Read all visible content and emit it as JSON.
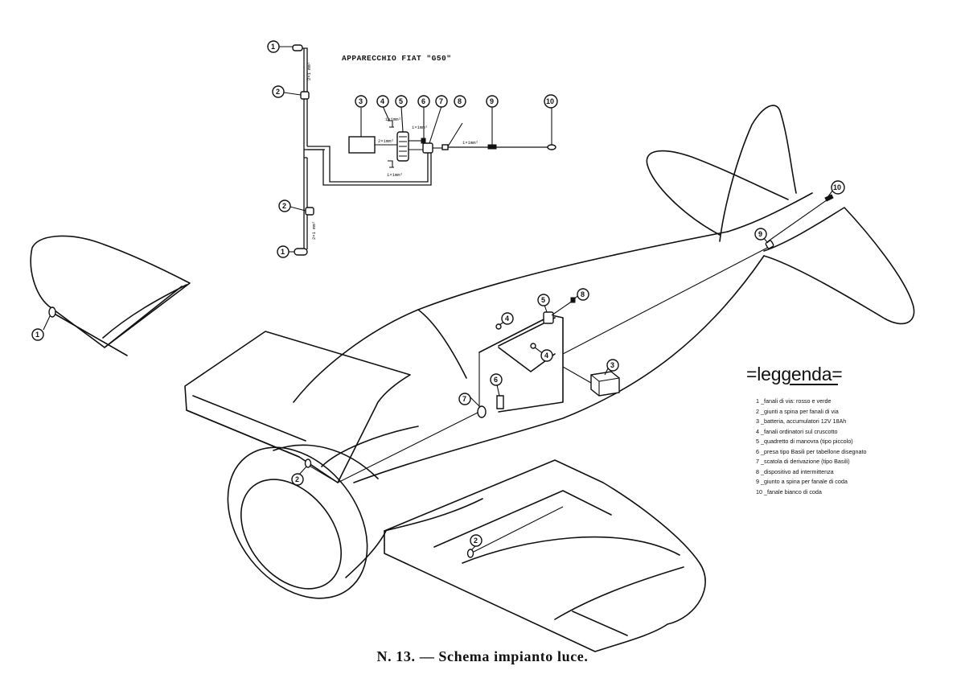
{
  "schema": {
    "title": "APPARECCHIO FIAT \"G50\""
  },
  "legend": {
    "title": "=leggenda=",
    "items": [
      "1 _fanali di via: rosso e verde",
      "2 _giunti a spina per fanali di via",
      "3 _batteria, accumulatori 12V 18Ah",
      "4 _fanali ordinatori sul cruscotto",
      "5 _quadretto di manovra (tipo piccolo)",
      "6 _presa tipo Basili per tabellone disegnato",
      "7 _scatola di derivazione (tipo Basili)",
      "8 _dispositivo ad intermittenza",
      "9 _giunto a spina per fanale di coda",
      "10 _fanale bianco di coda"
    ]
  },
  "caption": "N. 13. — Schema impianto luce.",
  "callouts": {
    "c1": "1",
    "c2": "2",
    "c3": "3",
    "c4": "4",
    "c5": "5",
    "c6": "6",
    "c7": "7",
    "c8": "8",
    "c9": "9",
    "c10": "10"
  }
}
